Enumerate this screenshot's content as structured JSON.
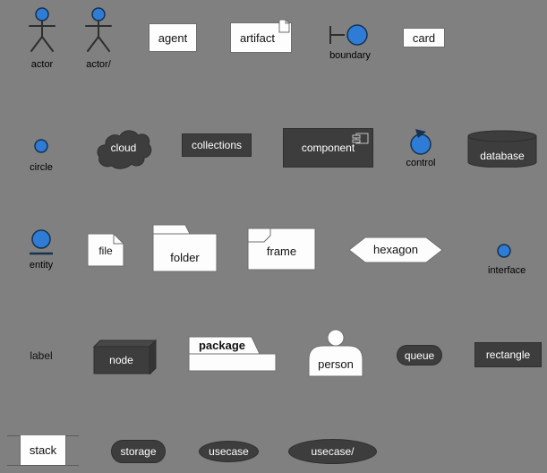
{
  "palette": {
    "colors": {
      "background": "#808080",
      "dark_fill": "#3d3d3d",
      "light_fill": "#fdfdfd",
      "blue": "#2e7cd6",
      "blue_stroke": "#16324f",
      "border_light": "#6e6e6e",
      "border_dark": "#2e2e2e"
    }
  },
  "shapes": {
    "actor": {
      "label": "actor"
    },
    "actor_alt": {
      "label": "actor/"
    },
    "agent": {
      "label": "agent"
    },
    "artifact": {
      "label": "artifact"
    },
    "boundary": {
      "label": "boundary"
    },
    "card": {
      "label": "card"
    },
    "circle": {
      "label": "circle"
    },
    "cloud": {
      "label": "cloud"
    },
    "collections": {
      "label": "collections"
    },
    "component": {
      "label": "component"
    },
    "control": {
      "label": "control"
    },
    "database": {
      "label": "database"
    },
    "entity": {
      "label": "entity"
    },
    "file": {
      "label": "file"
    },
    "folder": {
      "label": "folder"
    },
    "frame": {
      "label": "frame"
    },
    "hexagon": {
      "label": "hexagon"
    },
    "interface": {
      "label": "interface"
    },
    "label": {
      "label": "label"
    },
    "node": {
      "label": "node"
    },
    "package": {
      "label": "package"
    },
    "person": {
      "label": "person"
    },
    "queue": {
      "label": "queue"
    },
    "rectangle": {
      "label": "rectangle"
    },
    "stack": {
      "label": "stack"
    },
    "storage": {
      "label": "storage"
    },
    "usecase": {
      "label": "usecase"
    },
    "usecase_alt": {
      "label": "usecase/"
    }
  }
}
